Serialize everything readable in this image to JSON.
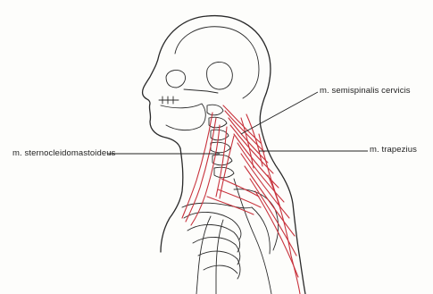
{
  "labels": {
    "semispinalis": "m. semispinalis cervicis",
    "sternocleidomastoideus": "m. sternocleidomastoideus",
    "trapezius": "m. trapezius"
  },
  "colors": {
    "muscle": "#c8323c",
    "outline": "#2a2a2a",
    "background": "#fdfdfb"
  }
}
